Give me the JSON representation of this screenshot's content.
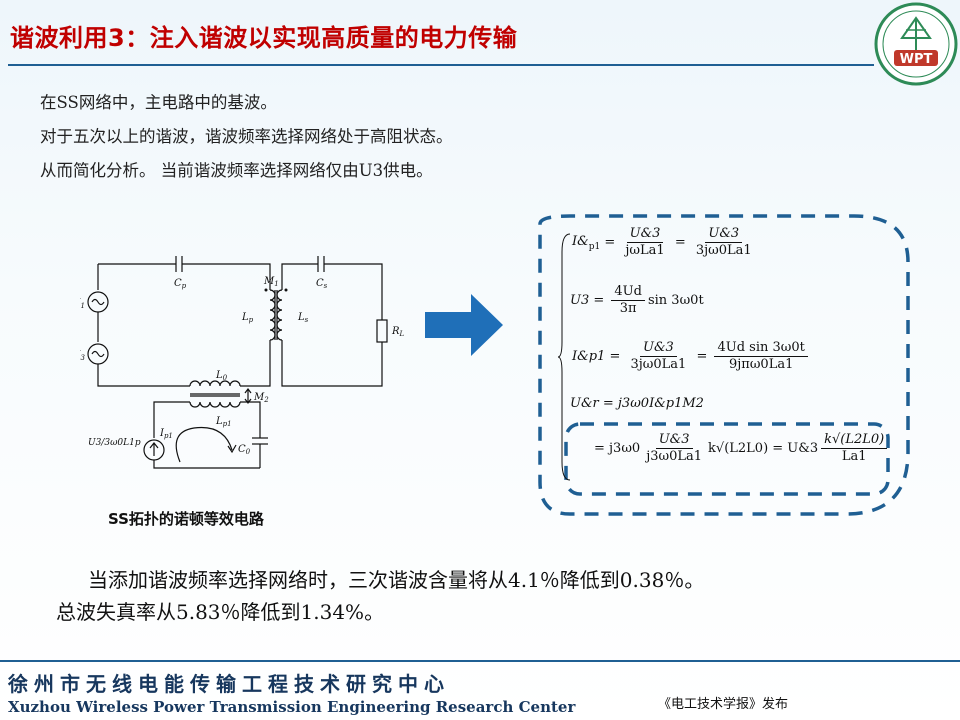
{
  "title": "谐波利用3：注入谐波以实现高质量的电力传输",
  "logo": {
    "text": "WPT",
    "accent": "#c0392b",
    "ring": "#2e8b57"
  },
  "intro": [
    "在SS网络中，主电路中的基波。",
    "对于五次以上的谐波，谐波频率选择网络处于高阻状态。",
    "从而简化分析。 当前谐波频率选择网络仅由U3供电。"
  ],
  "circuit": {
    "labels": {
      "cp": "C",
      "cp_sub": "p",
      "cs": "C",
      "cs_sub": "s",
      "m1": "M",
      "m1_sub": "1",
      "lp": "L",
      "lp_sub": "p",
      "ls": "L",
      "ls_sub": "s",
      "rl": "R",
      "rl_sub": "L",
      "u1": "U",
      "u1_sub": "1",
      "u3": "U",
      "u3_sub": "3",
      "l0": "L",
      "l0_sub": "0",
      "m2": "M",
      "m2_sub": "2",
      "lp1": "L",
      "lp1_sub": "p1",
      "ip1": "I",
      "ip1_sub": "p1",
      "c0": "C",
      "c0_sub": "0",
      "src": "U3/3ω0L1p"
    }
  },
  "caption": "SS拓扑的诺顿等效电路",
  "equations": {
    "e1_lhs": "I&",
    "e1_lhs_sub": "p1",
    "e1_n1": "U&3",
    "e1_d1": "jωLa1",
    "e1_n2": "U&3",
    "e1_d2": "3jω0La1",
    "e2_lhs": "U3",
    "e2_n": "4Ud",
    "e2_d": "3π",
    "e2_tail": "sin 3ω0t",
    "e3_lhs": "I&p1",
    "e3_n1": "U&3",
    "e3_d1": "3jω0La1",
    "e3_n2": "4Ud sin 3ω0t",
    "e3_d2": "9jπω0La1",
    "e4_text": "U&r = j3ω0I&p1M2",
    "e5_prefix": "= j3ω0",
    "e5_n1": "U&3",
    "e5_d1": "j3ω0La1",
    "e5_mid": "k√(L2L0) = U&3",
    "e5_n2": "k√(L2L0)",
    "e5_d2": "La1"
  },
  "conclusion": [
    "当添加谐波频率选择网络时，三次谐波含量将从4.1％降低到0.38％。",
    "总波失真率从5.83％降低到1.34%。"
  ],
  "footer": {
    "cn": "徐州市无线电能传输工程技术研究中心",
    "en": "Xuzhou Wireless Power Transmission Engineering Research Center",
    "source": "《电工技术学报》发布"
  },
  "colors": {
    "title": "#c00000",
    "rule": "#1f5f93",
    "dash": "#1f5f93",
    "arrow": "#1f6fb8",
    "footer": "#17375e"
  }
}
